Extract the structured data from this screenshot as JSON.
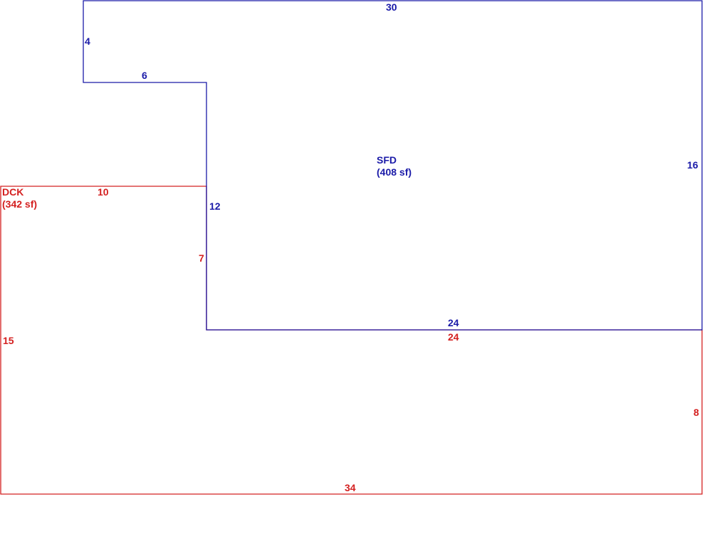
{
  "colors": {
    "sfd": "#1a1aa8",
    "dck": "#d42020",
    "background": "#ffffff"
  },
  "sfd": {
    "name": "SFD",
    "area": "(408 sf)",
    "dims": {
      "top": "30",
      "right": "16",
      "bottom": "24",
      "left_lower": "12",
      "step_horizontal": "6",
      "left_upper": "4"
    }
  },
  "dck": {
    "name": "DCK",
    "area": "(342 sf)",
    "dims": {
      "top": "10",
      "inner_vertical": "7",
      "inner_horizontal": "24",
      "right": "8",
      "bottom": "34",
      "left": "15"
    }
  }
}
